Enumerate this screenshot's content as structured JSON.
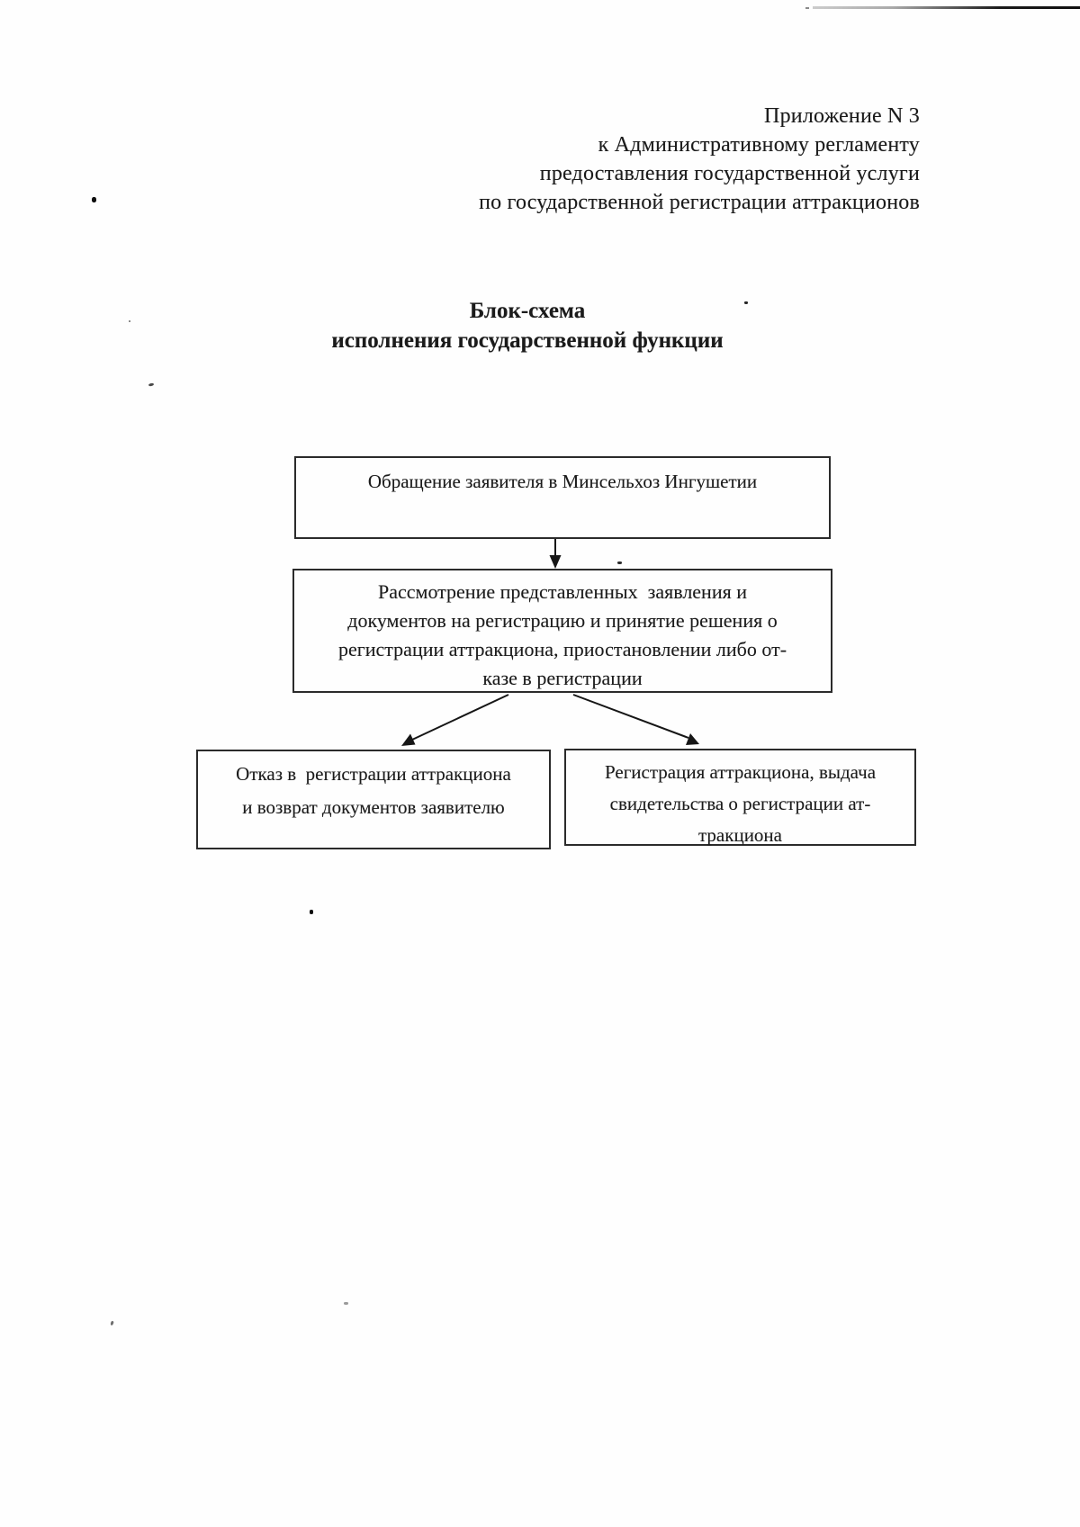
{
  "colors": {
    "ink": "#1b1b1b",
    "box_border": "#2b2b2b",
    "page_background": "#fefefe"
  },
  "header": {
    "lines": [
      "Приложение N 3",
      "к Административному регламенту",
      "предоставления государственной услуги",
      "по государственной регистрации аттракционов"
    ]
  },
  "title": {
    "lines": [
      "Блок-схема",
      "исполнения государственной функции"
    ]
  },
  "flowchart": {
    "box_application": {
      "lines": [
        "Обращение заявителя в Минсельхоз Ингушетии"
      ]
    },
    "box_review": {
      "lines": [
        "Рассмотрение представленных  заявления и",
        "документов на регистрацию и принятие решения о",
        "регистрации аттракциона, приостановлении либо от-",
        "казе в регистрации"
      ]
    },
    "box_refusal": {
      "lines": [
        "Отказ в  регистрации аттракциона",
        "и возврат документов заявителю"
      ]
    },
    "box_registration": {
      "lines": [
        "Регистрация аттракциона, выдача",
        "свидетельства о регистрации ат-",
        "тракциона"
      ]
    },
    "connectors": [
      {
        "from": "box_application",
        "to": "box_review",
        "shape": "vertical-arrow"
      },
      {
        "from": "box_review",
        "to": "box_refusal",
        "shape": "diagonal-arrow"
      },
      {
        "from": "box_review",
        "to": "box_registration",
        "shape": "diagonal-arrow"
      }
    ]
  }
}
